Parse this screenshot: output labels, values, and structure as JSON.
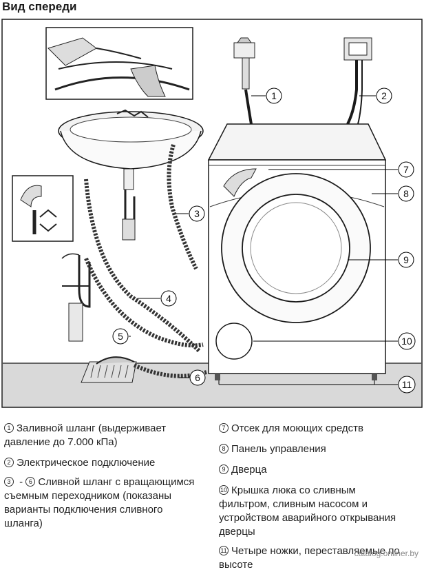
{
  "title": "Вид спереди",
  "callouts": [
    "1",
    "2",
    "3",
    "4",
    "5",
    "6",
    "7",
    "8",
    "9",
    "10",
    "11"
  ],
  "legend_left": [
    {
      "num": "1",
      "text": "Заливной шланг (выдерживает давление до 7.000 кПа)"
    },
    {
      "num": "2",
      "text": "Электрическое подключение"
    },
    {
      "num": "3",
      "num2": "6",
      "text": "Сливной шланг с вращающимся съемным переходником (показаны варианты подключения сливного шланга)"
    }
  ],
  "legend_right": [
    {
      "num": "7",
      "text": "Отсек для моющих средств"
    },
    {
      "num": "8",
      "text": "Панель управления"
    },
    {
      "num": "9",
      "text": "Дверца"
    },
    {
      "num": "10",
      "text": "Крышка люка со сливным фильтром, сливным насосом и устройством аварийного открывания дверцы"
    },
    {
      "num": "11",
      "text": "Четыре ножки, переставляемые по высоте"
    }
  ],
  "watermark": "catalog.onliner.by",
  "colors": {
    "floor": "#d9d9d9",
    "stroke": "#1a1a1a",
    "line": "#000000"
  }
}
